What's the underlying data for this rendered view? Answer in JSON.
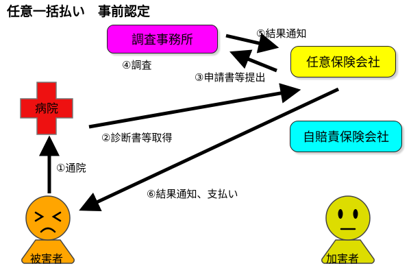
{
  "title": "任意一括払い　事前認定",
  "nodes": {
    "investigation": {
      "label": "調査事務所",
      "color": "#ff00ff"
    },
    "insurer": {
      "label": "任意保険会社",
      "color": "#ffff00"
    },
    "compulsory": {
      "label": "自賠責保険会社",
      "color": "#00ffff"
    },
    "hospital": {
      "label": "病院",
      "color": "#ff0000"
    },
    "victim": {
      "label": "被害者",
      "color": "#ffa500"
    },
    "perpetrator": {
      "label": "加害者",
      "color": "#dddd00"
    }
  },
  "steps": {
    "s1": "①通院",
    "s2": "②診断書等取得",
    "s3": "③申請書等提出",
    "s4": "④調査",
    "s5": "⑤結果通知",
    "s6": "⑥結果通知、支払い"
  }
}
